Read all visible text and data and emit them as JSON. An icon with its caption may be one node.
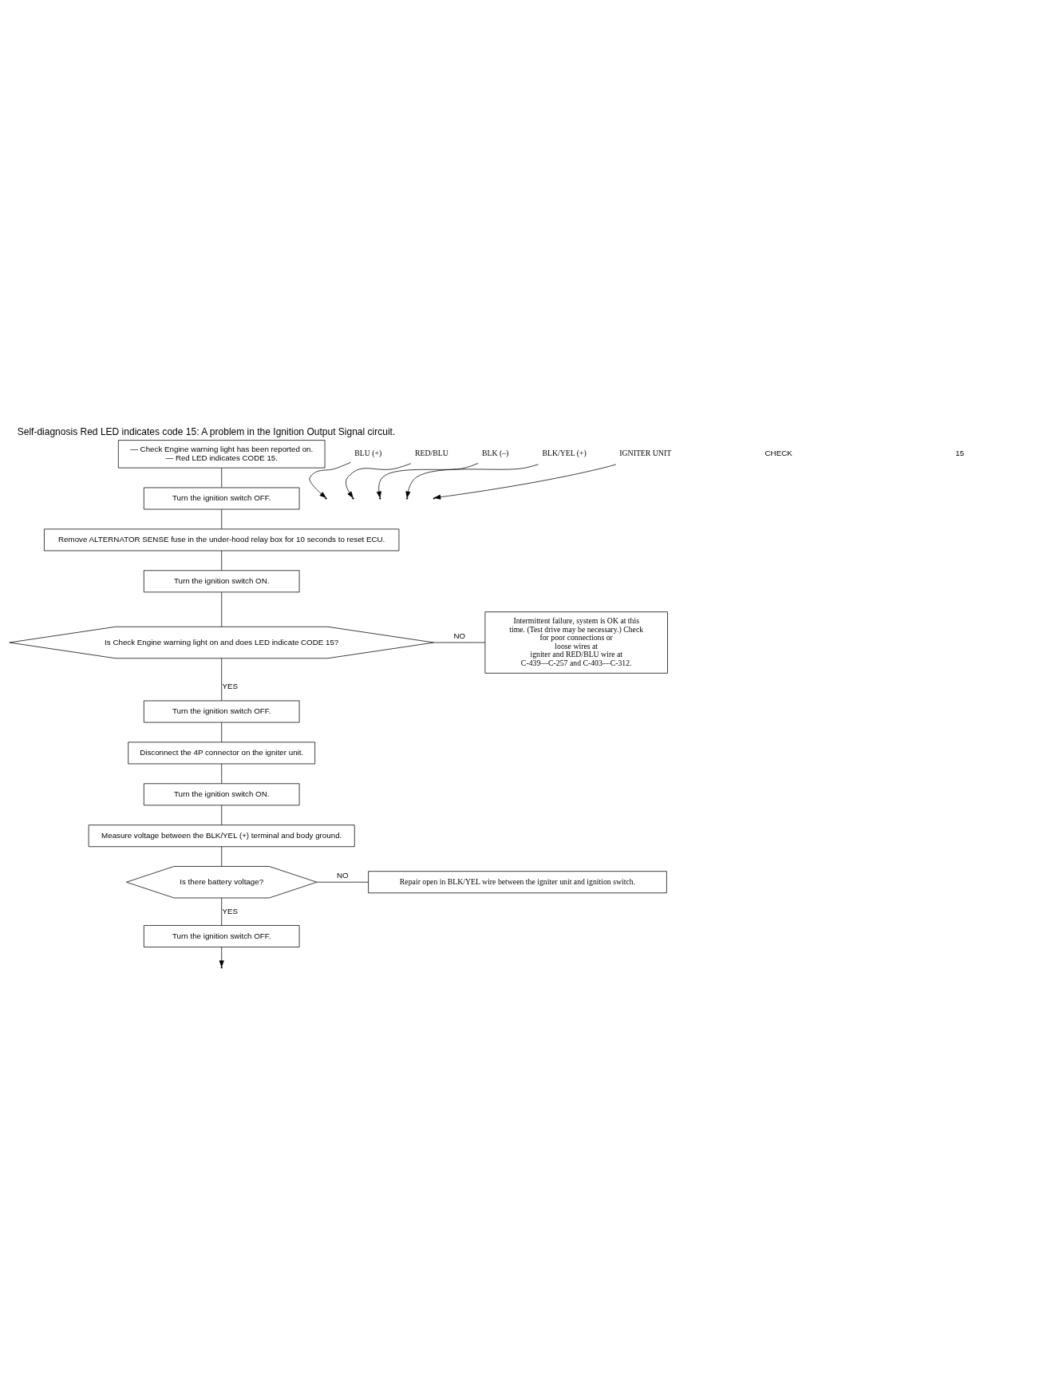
{
  "diagram": {
    "title": "Self-diagnosis Red LED indicates code 15: A problem in the Ignition Output Signal circuit.",
    "nodes": [
      {
        "text": [
          "— Check Engine warning light has been reported on.",
          "— Red LED indicates CODE 15."
        ]
      },
      {
        "text": [
          "Turn the ignition switch OFF."
        ]
      },
      {
        "text": [
          "Remove ALTERNATOR SENSE fuse in the under-hood relay box for 10 seconds to reset ECU."
        ]
      },
      {
        "text": [
          "Turn the ignition switch ON."
        ]
      },
      {
        "text": [
          "Is Check Engine warning light on and does LED indicate CODE 15?"
        ]
      },
      {
        "text": [
          "Intermittent failure, system is OK at this time. (Test drive may be necessary.) Check for poor connections or loose wires at igniter and RED/BLU wire at C-439—C-257 and C-403—C-312."
        ]
      },
      {
        "text": [
          "Turn the ignition switch OFF."
        ]
      },
      {
        "text": [
          "Disconnect the 4P connector on the igniter unit."
        ]
      },
      {
        "text": [
          "Turn the ignition switch ON."
        ]
      },
      {
        "text": [
          "Measure voltage between the BLK/YEL (+) terminal and body ground."
        ]
      },
      {
        "text": [
          "Is there battery voltage?"
        ]
      },
      {
        "text": [
          "Repair open in BLK/YEL wire between the igniter unit and ignition switch."
        ]
      },
      {
        "text": [
          "Turn the ignition switch OFF."
        ]
      },
      {
        "text": [
          "BLU (+)"
        ]
      },
      {
        "text": [
          "RED/BLU"
        ]
      },
      {
        "text": [
          "BLK (–)"
        ]
      },
      {
        "text": [
          "BLK/YEL (+)"
        ]
      },
      {
        "text": [
          "IGNITER UNIT"
        ]
      }
    ],
    "edges": [
      {
        "from": 0,
        "to": 1,
        "arrow": "none"
      },
      {
        "from": 1,
        "to": 2,
        "arrow": "none"
      },
      {
        "from": 2,
        "to": 3,
        "arrow": "none"
      },
      {
        "from": 3,
        "to": 4,
        "arrow": "none"
      },
      {
        "from": 4,
        "to": 5,
        "arrow": "none",
        "label": "NO"
      },
      {
        "from": 4,
        "to": 6,
        "arrow": "none",
        "label": "YES"
      },
      {
        "from": 6,
        "to": 7,
        "arrow": "none"
      },
      {
        "from": 7,
        "to": 8,
        "arrow": "none"
      },
      {
        "from": 8,
        "to": 9,
        "arrow": "none"
      },
      {
        "from": 9,
        "to": 10,
        "arrow": "none"
      },
      {
        "from": 10,
        "to": 11,
        "arrow": "none",
        "label": "NO"
      },
      {
        "from": 10,
        "to": 12,
        "arrow": "none",
        "label": "YES"
      },
      {
        "from": 12,
        "to": null,
        "arrow": "to"
      },
      {
        "from": 13,
        "to": null,
        "arrow": "to"
      },
      {
        "from": 14,
        "to": null,
        "arrow": "to"
      },
      {
        "from": 15,
        "to": null,
        "arrow": "to"
      },
      {
        "from": 16,
        "to": null,
        "arrow": "to"
      },
      {
        "from": 17,
        "to": null,
        "arrow": "to"
      }
    ],
    "labels": [
      "CHECK",
      "15"
    ]
  }
}
